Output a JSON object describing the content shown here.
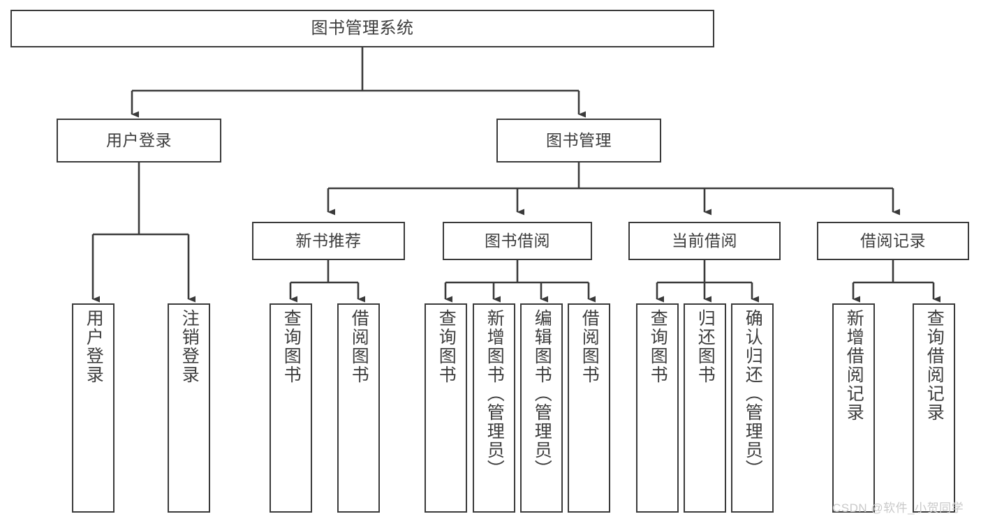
{
  "diagram": {
    "title": "图书管理系统",
    "type": "tree-hierarchy",
    "theme": {
      "stroke": "#3a3a3a",
      "fill": "#ffffff",
      "text": "#3d3d3d",
      "background": "#ffffff",
      "watermark_color": "#c9c9c9"
    },
    "watermark": "CSDN @软件_小贺同学",
    "nodes": {
      "root": {
        "label": "图书管理系统"
      },
      "level2": [
        {
          "label": "用户登录"
        },
        {
          "label": "图书管理"
        }
      ],
      "level3": [
        {
          "label": "新书推荐"
        },
        {
          "label": "图书借阅"
        },
        {
          "label": "当前借阅"
        },
        {
          "label": "借阅记录"
        }
      ],
      "leaves": {
        "user_login": [
          {
            "label": "用户登录"
          },
          {
            "label": "注销登录"
          }
        ],
        "new_book_rec": [
          {
            "label": "查询图书"
          },
          {
            "label": "借阅图书"
          }
        ],
        "book_borrow": [
          {
            "label": "查询图书"
          },
          {
            "label": "新增图书（管理员）"
          },
          {
            "label": "编辑图书（管理员）"
          },
          {
            "label": "借阅图书"
          }
        ],
        "current_borrow": [
          {
            "label": "查询图书"
          },
          {
            "label": "归还图书"
          },
          {
            "label": "确认归还（管理员）"
          }
        ],
        "borrow_record": [
          {
            "label": "新增借阅记录"
          },
          {
            "label": "查询借阅记录"
          }
        ]
      }
    }
  }
}
